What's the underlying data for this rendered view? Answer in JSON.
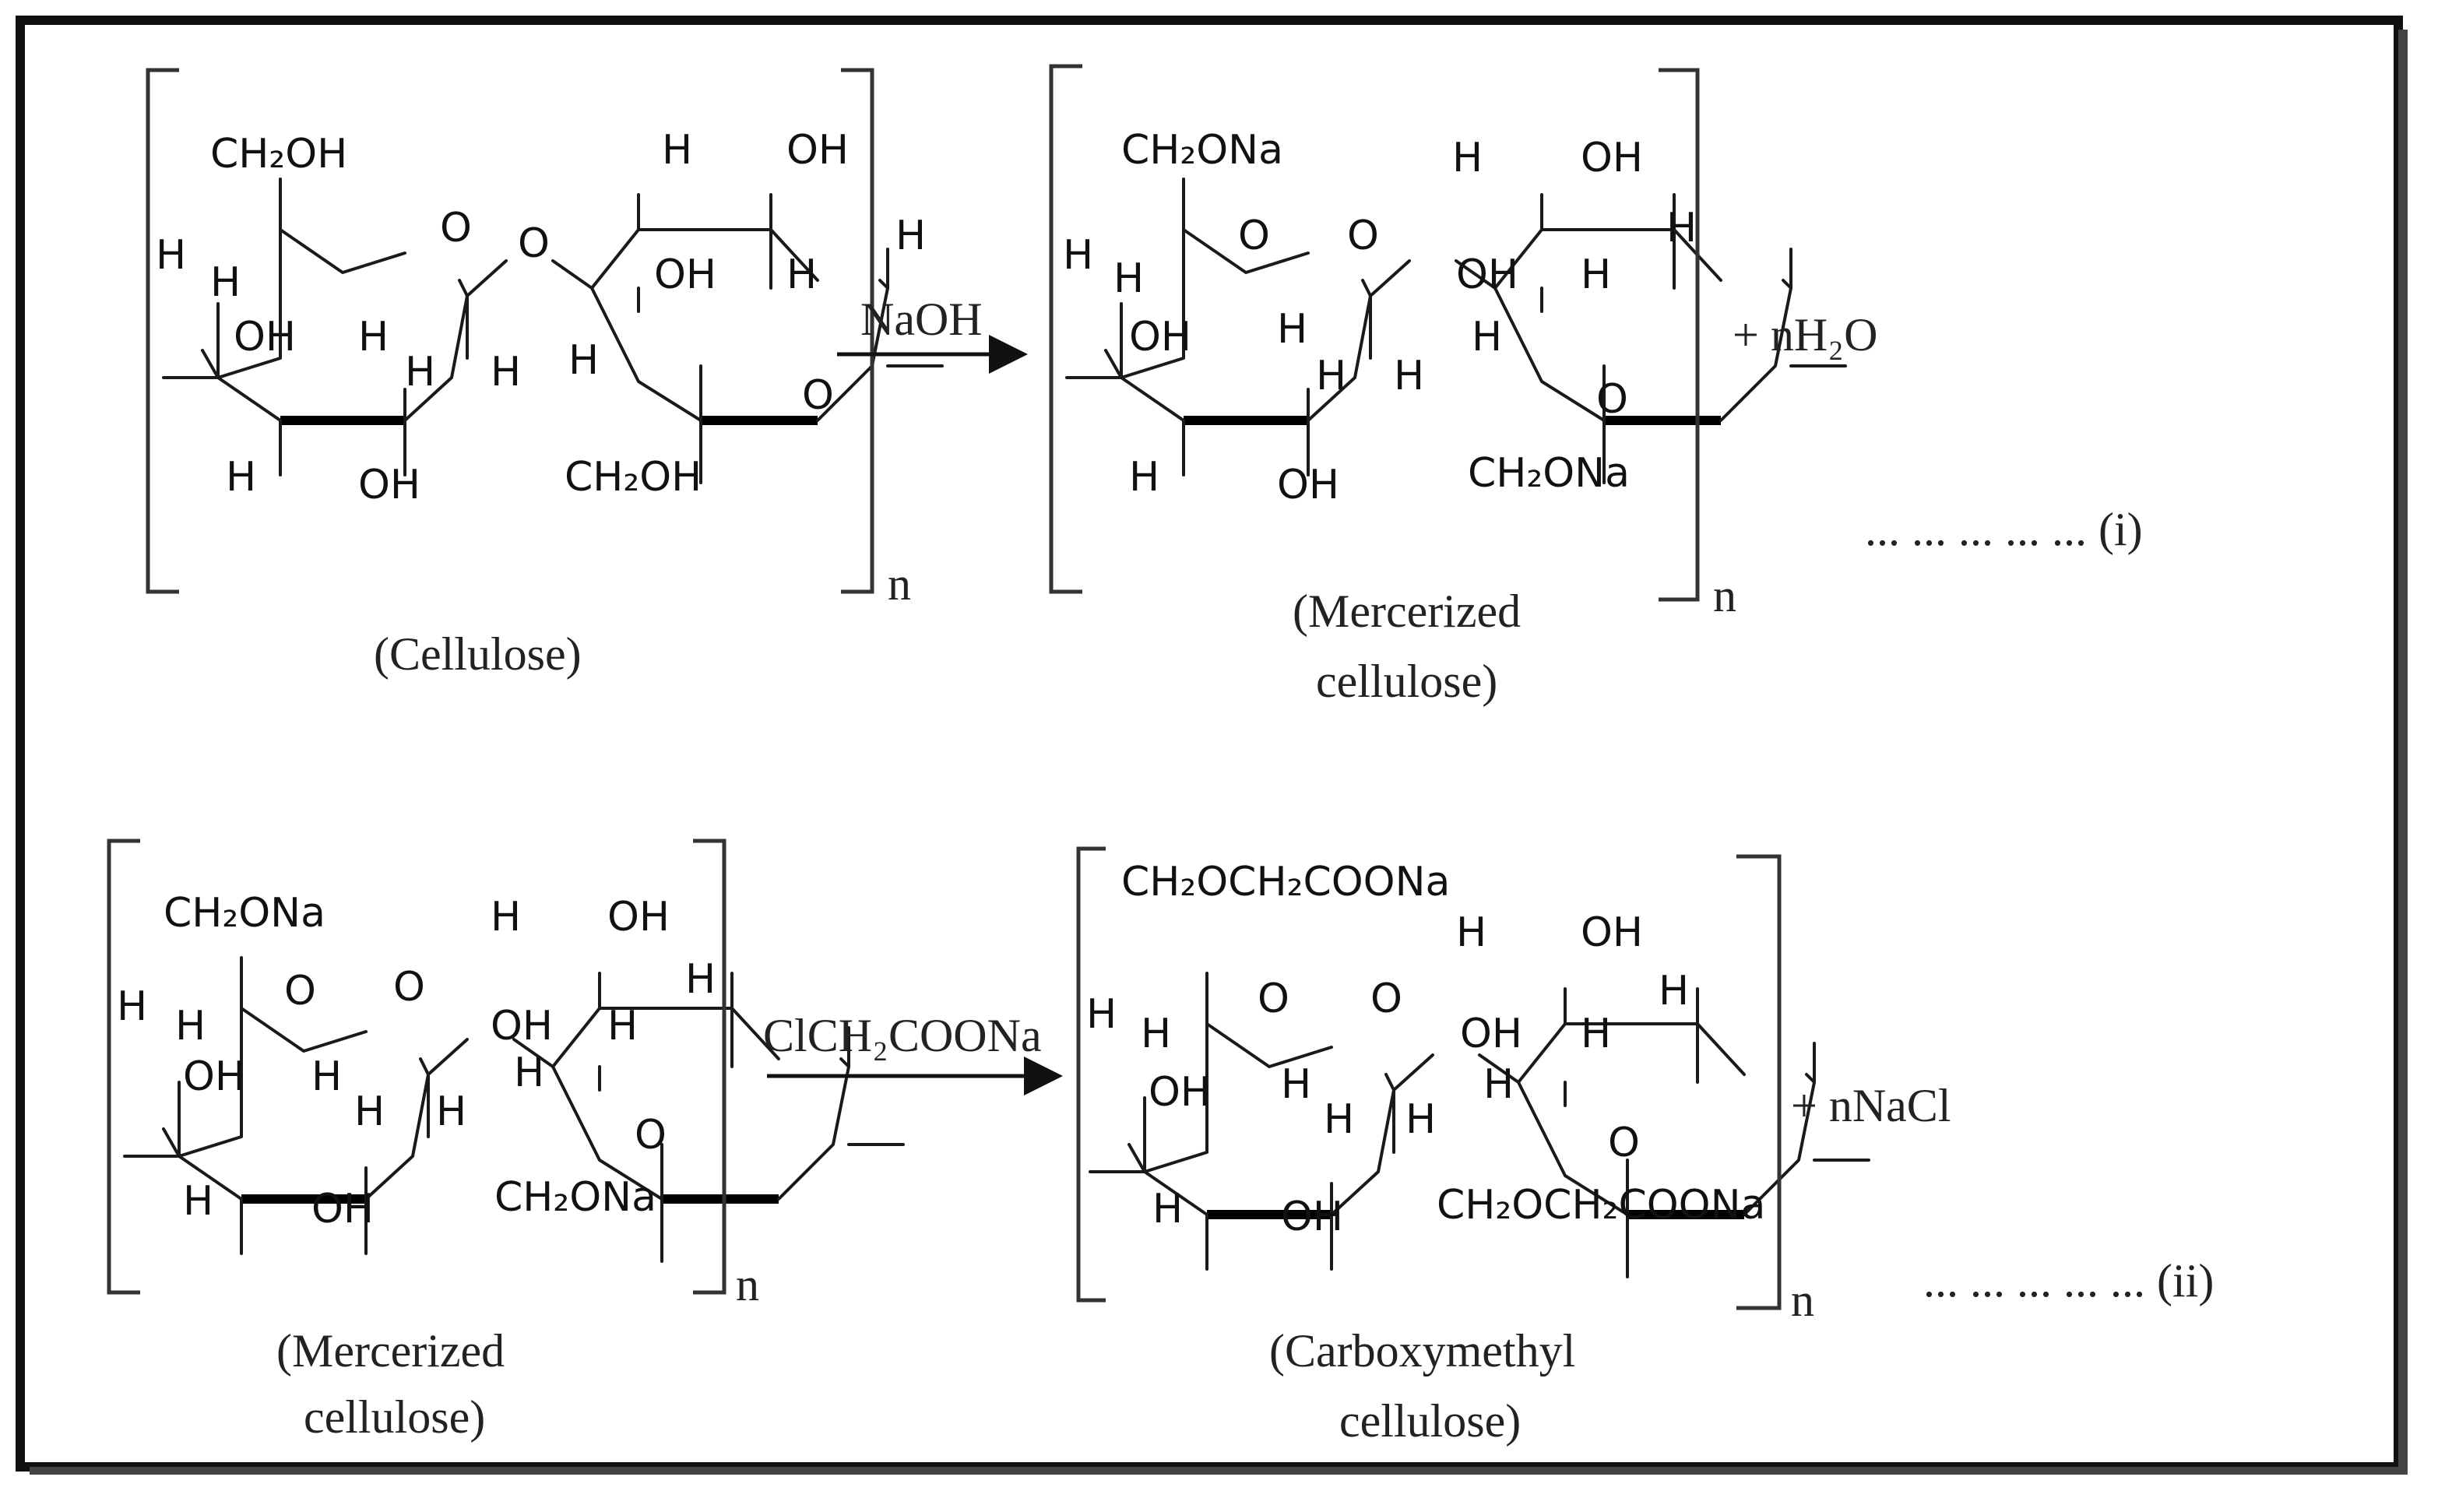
{
  "molecules": {
    "cellulose": {
      "name": "(Cellulose)",
      "left_sub": "CH₂OH",
      "right_sub": "CH₂OH",
      "h": "H",
      "oh": "OH",
      "ring_o": "O",
      "bridge_o": "O",
      "repeat": "n"
    },
    "mercerized_top": {
      "name_line1": "(Mercerized",
      "name_line2": "cellulose)",
      "left_sub": "CH₂ONa",
      "right_sub": "CH₂ONa",
      "h": "H",
      "oh": "OH",
      "ring_o": "O",
      "bridge_o": "O",
      "repeat": "n"
    },
    "mercerized_bottom": {
      "name_line1": "(Mercerized",
      "name_line2": "cellulose)",
      "left_sub": "CH₂ONa",
      "right_sub": "CH₂ONa",
      "h": "H",
      "oh": "OH",
      "ring_o": "O",
      "bridge_o": "O",
      "repeat": "n"
    },
    "cmc": {
      "name_line1": "(Carboxymethyl",
      "name_line2": "cellulose)",
      "left_sub": "CH₂OCH₂COONa",
      "right_sub": "CH₂OCH₂COONa",
      "h": "H",
      "oh": "OH",
      "ring_o": "O",
      "bridge_o": "O",
      "repeat": "n"
    }
  },
  "reactions": {
    "r1": {
      "reagent": "NaOH",
      "byproduct": "+ nH₂O",
      "eq_label": "... ... ... ... ... (i)"
    },
    "r2": {
      "reagent": "ClCH₂COONa",
      "byproduct": "+ nNaCl",
      "eq_label": "... ... ... ... ... (ii)"
    }
  }
}
